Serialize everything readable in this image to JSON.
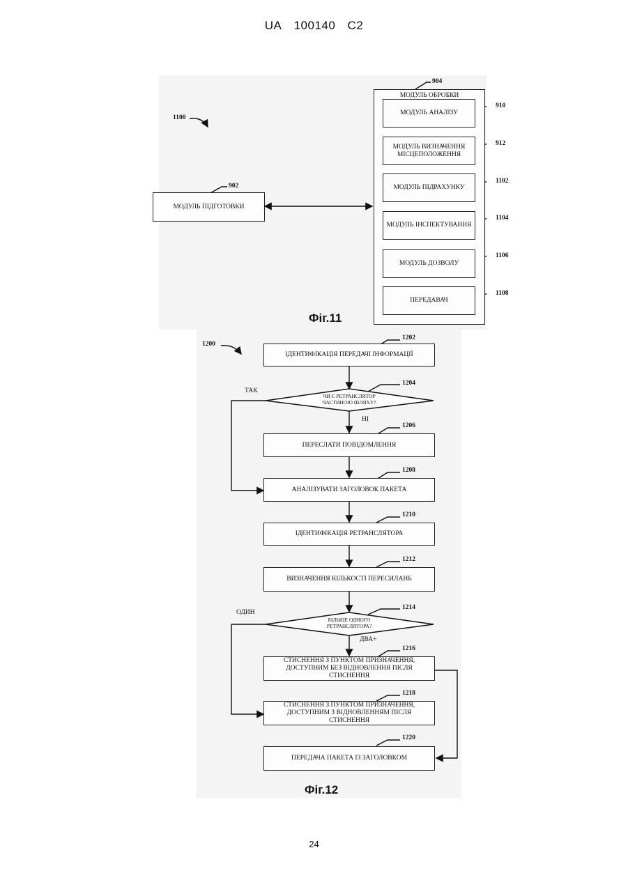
{
  "header": {
    "country": "UA",
    "number": "100140",
    "kind": "C2"
  },
  "page_number": "24",
  "fig11": {
    "caption": "Фіг.11",
    "ref_system": "1100",
    "prep_module": {
      "ref": "902",
      "label": "МОДУЛЬ ПІДГОТОВКИ"
    },
    "processing_module": {
      "ref": "904",
      "label": "МОДУЛЬ ОБРОБКИ"
    },
    "submodules": [
      {
        "ref": "910",
        "label": "МОДУЛЬ АНАЛІЗУ"
      },
      {
        "ref": "912",
        "label": "МОДУЛЬ ВИЗНАЧЕННЯ МІСЦЕПОЛОЖЕННЯ"
      },
      {
        "ref": "1102",
        "label": "МОДУЛЬ ПІДРАХУНКУ"
      },
      {
        "ref": "1104",
        "label": "МОДУЛЬ ІНСПЕКТУВАННЯ"
      },
      {
        "ref": "1106",
        "label": "МОДУЛЬ ДОЗВОЛУ"
      },
      {
        "ref": "1108",
        "label": "ПЕРЕДАВАЧ"
      }
    ]
  },
  "fig12": {
    "caption": "Фіг.12",
    "ref_method": "1200",
    "steps": {
      "s1202": {
        "ref": "1202",
        "label": "ІДЕНТИФІКАЦІЯ ПЕРЕДАЧІ ІНФОРМАЦІЇ"
      },
      "d1204": {
        "ref": "1204",
        "label": "ЧИ Є РЕТРАНСЛЯТОР ЧАСТИНОЮ ШЛЯХУ?",
        "yes": "ТАК",
        "no": "НІ"
      },
      "s1206": {
        "ref": "1206",
        "label": "ПЕРЕСЛАТИ ПОВІДОМЛЕННЯ"
      },
      "s1208": {
        "ref": "1208",
        "label": "АНАЛІЗУВАТИ ЗАГОЛОВОК ПАКЕТА"
      },
      "s1210": {
        "ref": "1210",
        "label": "ІДЕНТИФІКАЦІЯ РЕТРАНСЛЯТОРА"
      },
      "s1212": {
        "ref": "1212",
        "label": "ВИЗНАЧЕННЯ КІЛЬКОСТІ ПЕРЕСИЛАНЬ"
      },
      "d1214": {
        "ref": "1214",
        "label": "БІЛЬШЕ ОДНОГО РЕТРАНСЛЯТОРА?",
        "one": "ОДИН",
        "two": "ДВА+"
      },
      "s1216": {
        "ref": "1216",
        "label": "СТИСНЕННЯ З ПУНКТОМ ПРИЗНАЧЕННЯ, ДОСТУПНИМ БЕЗ ВІДНОВЛЕННЯ ПІСЛЯ СТИСНЕННЯ"
      },
      "s1218": {
        "ref": "1218",
        "label": "СТИСНЕННЯ З ПУНКТОМ ПРИЗНАЧЕННЯ, ДОСТУПНИМ З ВІДНОВЛЕННЯМ ПІСЛЯ СТИСНЕННЯ"
      },
      "s1220": {
        "ref": "1220",
        "label": "ПЕРЕДАЧА ПАКЕТА ІЗ ЗАГОЛОВКОМ"
      }
    }
  }
}
